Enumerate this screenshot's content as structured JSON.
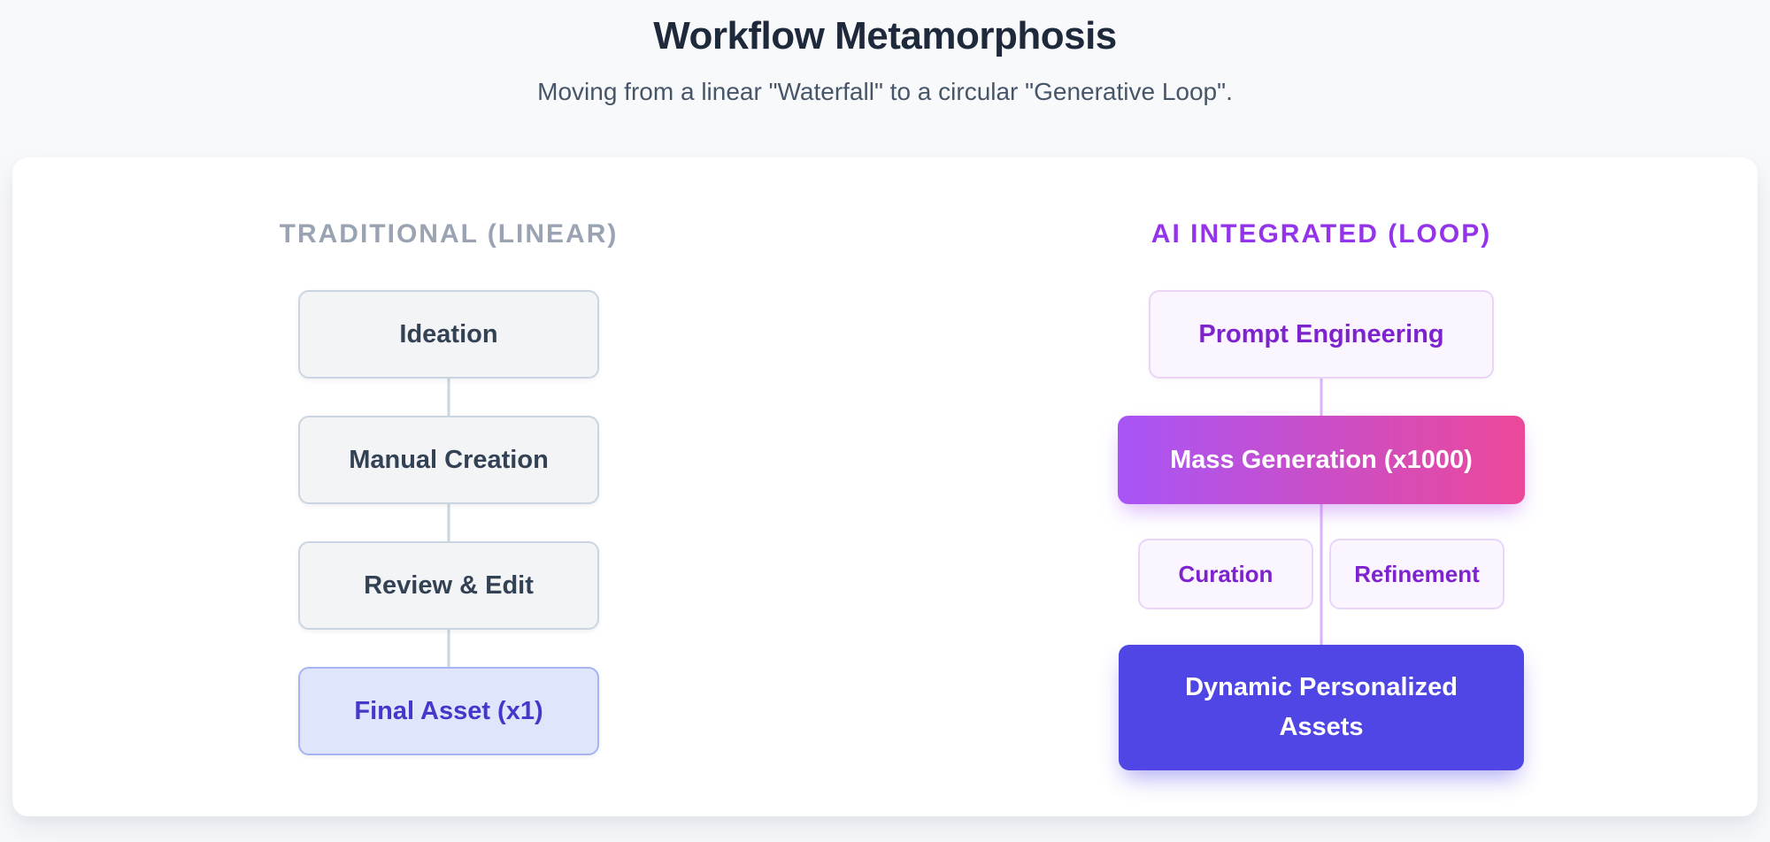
{
  "header": {
    "title": "Workflow Metamorphosis",
    "subtitle": "Moving from a linear \"Waterfall\" to a circular \"Generative Loop\"."
  },
  "columns": {
    "traditional": {
      "header": "TRADITIONAL (LINEAR)",
      "steps": [
        "Ideation",
        "Manual Creation",
        "Review & Edit",
        "Final Asset (x1)"
      ]
    },
    "ai": {
      "header": "AI INTEGRATED (LOOP)",
      "prompt": "Prompt Engineering",
      "generation": "Mass Generation (x1000)",
      "curation": "Curation",
      "refinement": "Refinement",
      "assets": "Dynamic Personalized Assets"
    }
  },
  "colors": {
    "page_background": "#f8f9fb",
    "traditional_header": "#9aa3b2",
    "ai_header": "#9333ea",
    "gray_node_bg": "#f3f4f6",
    "gray_node_border": "#cbd5e1",
    "gray_node_text": "#334155",
    "final_asset_bg": "#dfe5fb",
    "final_asset_border": "#a7b3f3",
    "final_asset_text": "#4338ca",
    "purple_node_bg": "#faf5ff",
    "purple_node_border": "#ead5f9",
    "purple_node_text": "#7e22ce",
    "gradient_from": "#a855f7",
    "gradient_to": "#ec4899",
    "assets_node_bg": "#4f46e5",
    "connector_gray": "#cbd5e1",
    "connector_purple": "#d8b4fe"
  }
}
